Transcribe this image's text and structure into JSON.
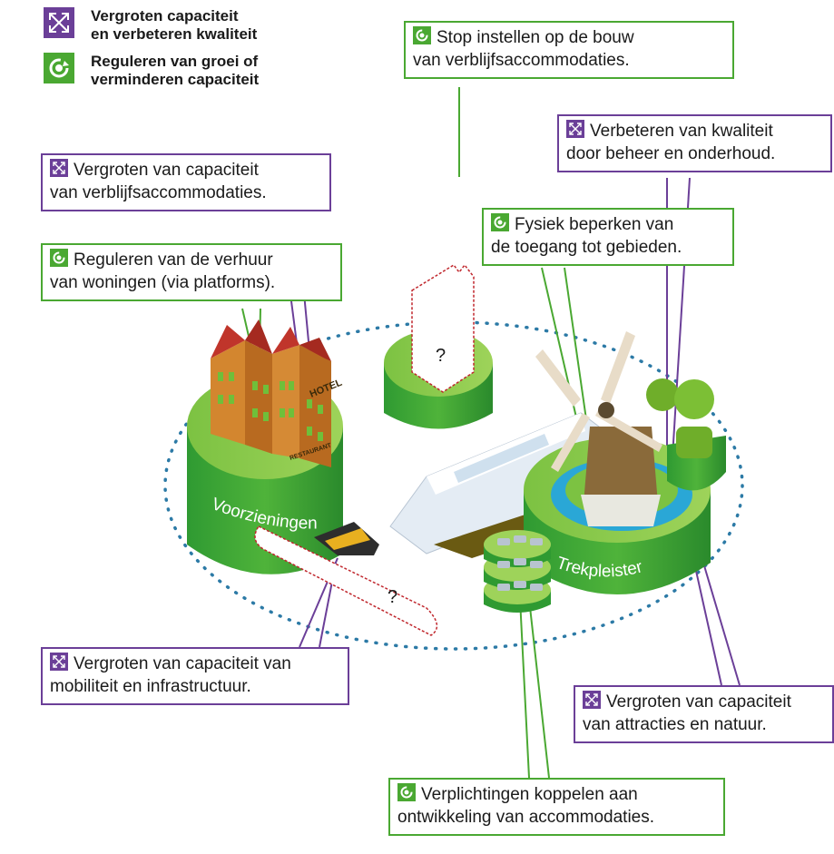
{
  "legend": {
    "increase": {
      "line1": "Vergroten capaciteit",
      "line2": "en verbeteren kwaliteit",
      "icon": "expand-icon"
    },
    "regulate": {
      "line1": "Reguleren van groei of",
      "line2": "verminderen capaciteit",
      "icon": "cycle-icon"
    }
  },
  "colors": {
    "purple": "#6b3f98",
    "green": "#4aa832",
    "dark_green": "#2e8b2e",
    "question_outline": "#c0272d"
  },
  "callouts": {
    "stop_building": {
      "line1": "Stop instellen op de bouw",
      "line2": "van verblijfsaccommodaties.",
      "type": "regulate"
    },
    "increase_accommodation": {
      "line1": "Vergroten van capaciteit",
      "line2": "van verblijfsaccommodaties.",
      "type": "increase"
    },
    "regulate_rental": {
      "line1": "Reguleren van de verhuur",
      "line2": "van woningen (via platforms).",
      "type": "regulate"
    },
    "improve_quality": {
      "line1": "Verbeteren van kwaliteit",
      "line2": "door beheer en onderhoud.",
      "type": "increase"
    },
    "limit_access": {
      "line1": "Fysiek beperken van",
      "line2": "de toegang tot gebieden.",
      "type": "regulate"
    },
    "mobility": {
      "line1": "Vergroten van capaciteit van",
      "line2": "mobiliteit en infrastructuur.",
      "type": "increase"
    },
    "attractions": {
      "line1": "Vergroten van capaciteit",
      "line2": "van attracties en natuur.",
      "type": "increase"
    },
    "obligations": {
      "line1": "Verplichtingen koppelen aan",
      "line2": "ontwikkeling van accommodaties.",
      "type": "regulate"
    }
  },
  "scene": {
    "facilities_label": "Voorzieningen",
    "attraction_label": "Trekpleister",
    "hotel_sign": "HOTEL",
    "restaurant_sign": "RESTAURANT",
    "question_top": "?",
    "question_bottom": "?"
  }
}
